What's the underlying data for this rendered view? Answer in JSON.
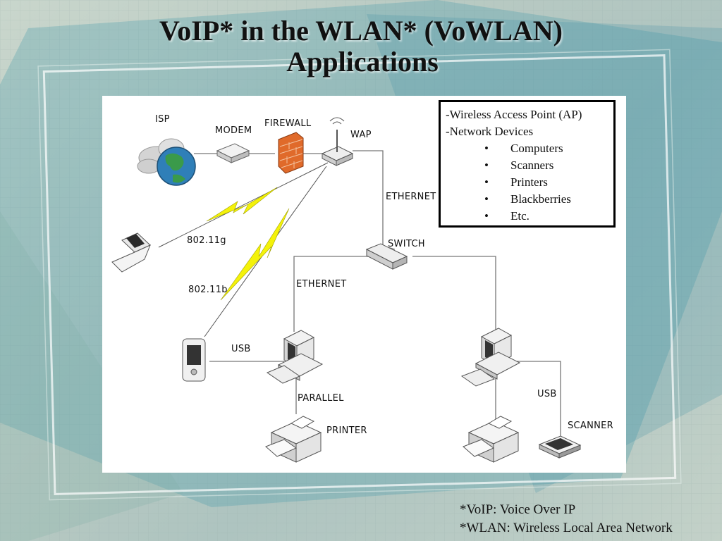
{
  "slide": {
    "title_line1": "VoIP* in the WLAN* (VoWLAN)",
    "title_line2": "Applications"
  },
  "diagram": {
    "labels": {
      "isp": "ISP",
      "modem": "MODEM",
      "firewall": "FIREWALL",
      "wap": "WAP",
      "ethernet_top": "ETHERNET",
      "switch": "SWITCH",
      "ethernet_left": "ETHERNET",
      "wifi_g": "802.11g",
      "wifi_b": "802.11b",
      "usb_left": "USB",
      "parallel": "PARALLEL",
      "printer": "PRINTER",
      "usb_right": "USB",
      "scanner": "SCANNER"
    },
    "icons": [
      "cloud-globe-icon",
      "modem-icon",
      "firewall-icon",
      "wireless-access-point-icon",
      "laptop-icon",
      "pda-icon",
      "switch-icon",
      "desktop-computer-icon",
      "keyboard-icon",
      "printer-icon",
      "scanner-icon"
    ],
    "colors": {
      "lightning": "#f4f20a",
      "links": "#777777",
      "firewall": "#e06a2a",
      "globe": "#2f7fb8"
    }
  },
  "legend": {
    "line1": "-Wireless Access Point (AP)",
    "line2": "-Network Devices",
    "bullet": "•",
    "items": [
      "Computers",
      "Scanners",
      "Printers",
      "Blackberries",
      "Etc."
    ]
  },
  "footnotes": {
    "voip": "*VoIP: Voice Over IP",
    "wlan": "*WLAN: Wireless Local Area Network"
  }
}
